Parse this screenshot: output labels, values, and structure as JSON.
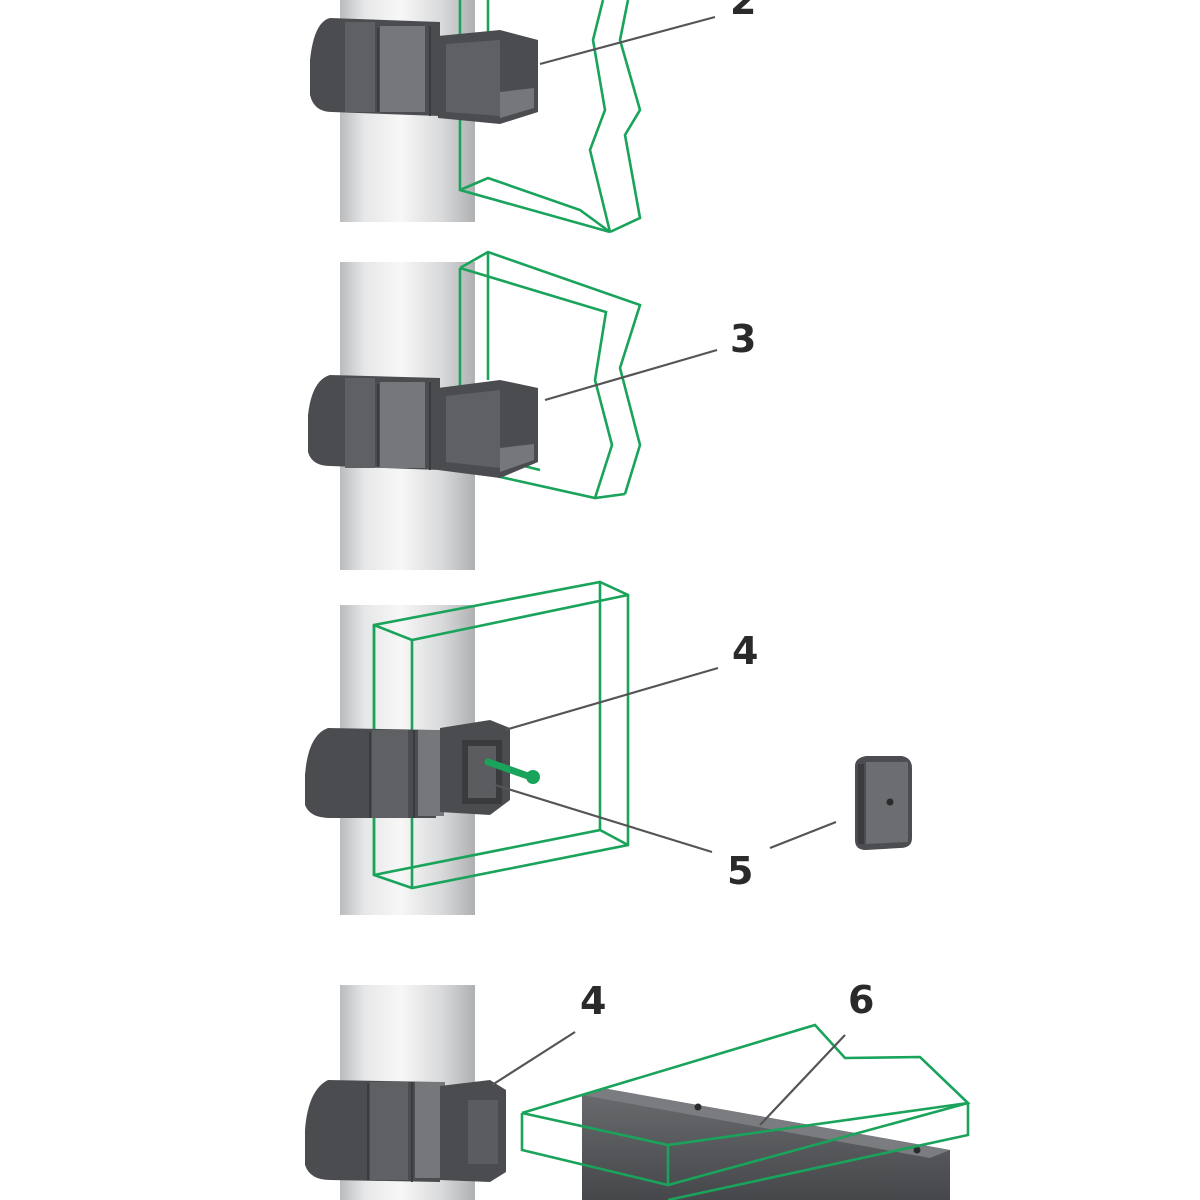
{
  "colors": {
    "wireframe": "#1aa35a",
    "clamp": "#55575a",
    "pole": "#dcdedf",
    "label": "#2a2a2a",
    "leader": "#555555"
  },
  "callouts": {
    "c2": "2",
    "c3": "3",
    "c4a": "4",
    "c5": "5",
    "c4b": "4",
    "c6": "6"
  }
}
